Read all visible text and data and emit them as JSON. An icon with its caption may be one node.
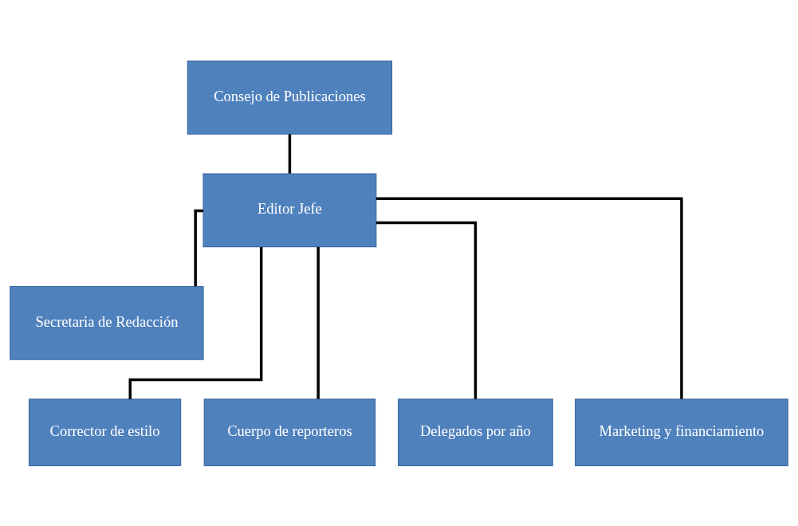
{
  "diagram": {
    "nodes": [
      {
        "text": [
          "Consejo de Publicaciones"
        ]
      },
      {
        "text": [
          "Editor Jefe"
        ]
      },
      {
        "text": [
          "Secretaria de Redacción"
        ]
      },
      {
        "text": [
          "Corrector de estilo"
        ]
      },
      {
        "text": [
          "Cuerpo de reporteros"
        ]
      },
      {
        "text": [
          "Delegados por año"
        ]
      },
      {
        "text": [
          "Marketing y financiamiento"
        ]
      }
    ],
    "edges": [
      {
        "from": 0,
        "to": 1,
        "arrow": "none"
      },
      {
        "from": 1,
        "to": 2,
        "arrow": "none"
      },
      {
        "from": 1,
        "to": 3,
        "arrow": "none"
      },
      {
        "from": 1,
        "to": 4,
        "arrow": "none"
      },
      {
        "from": 1,
        "to": 5,
        "arrow": "none"
      },
      {
        "from": 1,
        "to": 6,
        "arrow": "none"
      }
    ]
  }
}
